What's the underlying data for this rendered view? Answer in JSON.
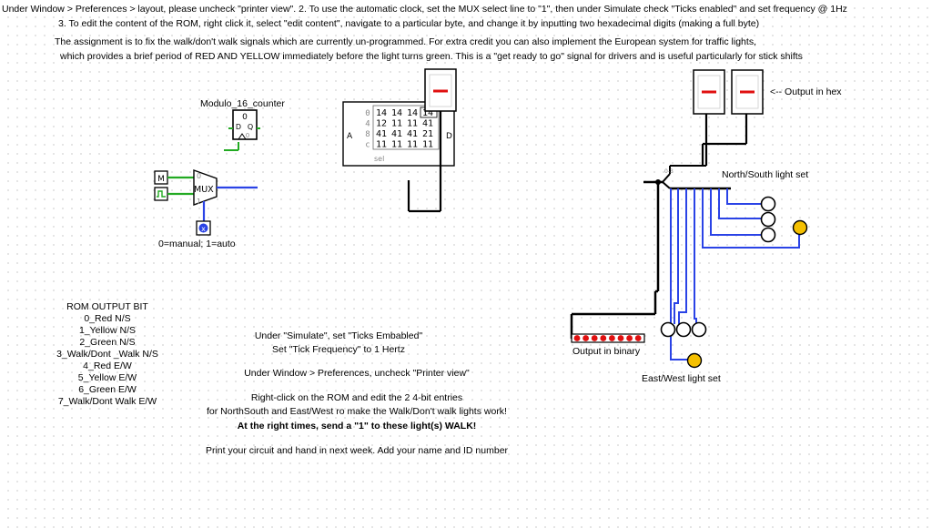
{
  "instructions": {
    "line1": "Under Window > Preferences > layout, please uncheck \"printer view\".  2. To use the automatic clock, set the MUX select line to \"1\", then under Simulate check \"Ticks enabled\" and set frequency @ 1Hz",
    "line2": "3. To edit the content of the ROM, right click it, select \"edit content\", navigate to a particular byte, and change it by inputting two hexadecimal digits (making a full byte)",
    "line3": "The assignment is to fix the walk/don't walk signals which are currently un-programmed.  For extra credit you can also implement the European system for traffic lights,",
    "line4": "which provides a brief period of RED AND YELLOW immediately before the light turns green.  This is a \"get ready to go\" signal for drivers and is useful particularly for stick shifts"
  },
  "counter": {
    "title": "Modulo_16_counter",
    "q_value": "0",
    "d_label": "D",
    "q_label": "Q",
    "clr_label": "0"
  },
  "mux": {
    "label": "MUX",
    "input0": "0",
    "input1": "1",
    "m_label": "M",
    "note": "0=manual; 1=auto"
  },
  "rom": {
    "addr_label": "A",
    "data_label": "D",
    "sel_label": "sel",
    "addresses": [
      "0",
      "4",
      "8",
      "c"
    ],
    "rows": [
      [
        "14",
        "14",
        "14",
        "14"
      ],
      [
        "12",
        "11",
        "11",
        "41"
      ],
      [
        "41",
        "41",
        "41",
        "21"
      ],
      [
        "11",
        "11",
        "11",
        "11"
      ]
    ]
  },
  "hex_output_label": "<-- Output in hex",
  "ns_label": "North/South light set",
  "ew_label": "East/West light set",
  "binary_label": "Output in binary",
  "rom_bits": {
    "title": "ROM OUTPUT BIT",
    "bits": [
      "0_Red N/S",
      "1_Yellow N/S",
      "2_Green N/S",
      "3_Walk/Dont _Walk N/S",
      "4_Red E/W",
      "5_Yellow E/W",
      "6_Green E/W",
      "7_Walk/Dont Walk E/W"
    ]
  },
  "notes": {
    "n1": "Under \"Simulate\", set \"Ticks Embabled\"",
    "n2": "Set \"Tick Frequency\" to 1 Hertz",
    "n3": "Under Window > Preferences, uncheck \"Printer view\"",
    "n4": "Right-click on the ROM and edit the 2 4-bit entries",
    "n5": "for NorthSouth and East/West ro make the Walk/Don't walk lights work!",
    "n6": "At the right times, send a \"1\" to these light(s) WALK!",
    "n7": "Print your circuit and hand in next week.  Add your name and ID number"
  },
  "colors": {
    "wire_blue": "#2a43e6",
    "wire_green": "#22aa22",
    "led_red": "#e01010",
    "light_yellow": "#f5c000"
  }
}
